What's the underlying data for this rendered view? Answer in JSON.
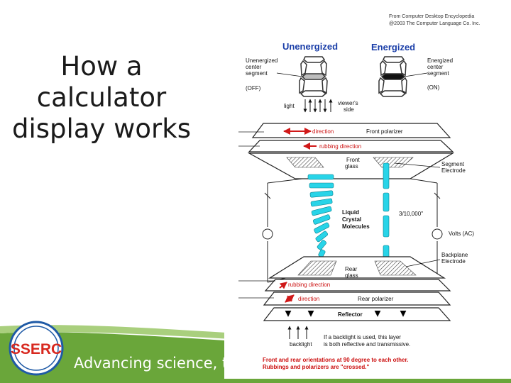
{
  "slide": {
    "title_lines": [
      "How a",
      "calculator",
      "display works"
    ],
    "tagline": "Advancing science, tec",
    "logo_text": "SSERC",
    "colors": {
      "band": "#6aa63a",
      "logo_blue": "#1f5aa6",
      "logo_red": "#d8281f",
      "crystal": "#28d4e8",
      "red_arrow": "#d01818",
      "red_text": "#cc1010"
    }
  },
  "diagram": {
    "credit_line1": "From Computer Desktop Encyclopedia",
    "credit_line2": "@2003 The Computer Language Co. Inc.",
    "unenergized_heading": "Unenergized",
    "energized_heading": "Energized",
    "unenergized_segment": "Unenergized center segment",
    "off_label": "(OFF)",
    "energized_segment": "Energized center segment",
    "on_label": "(ON)",
    "light_label": "light",
    "viewer_label": "viewer's side",
    "front_direction": "direction",
    "front_polarizer": "Front polarizer",
    "front_rubbing": "rubbing direction",
    "front_glass": "Front glass",
    "segment_electrode": "Segment Electrode",
    "liquid_crystal": "Liquid Crystal Molecules",
    "thickness": "3/10,000\"",
    "volts": "Volts (AC)",
    "backplane_electrode": "Backplane Electrode",
    "rear_glass": "Rear glass",
    "rear_rubbing": "rubbing direction",
    "rear_direction": "direction",
    "rear_polarizer": "Rear polarizer",
    "reflector": "Reflector",
    "backlight_label": "backlight",
    "backlight_note": "If a backlight is used, this layer is both reflective and transmissive.",
    "footnote_line1": "Front and rear orientations at 90 degree to each other.",
    "footnote_line2": "Rubbings and polarizers are \"crossed.\""
  }
}
